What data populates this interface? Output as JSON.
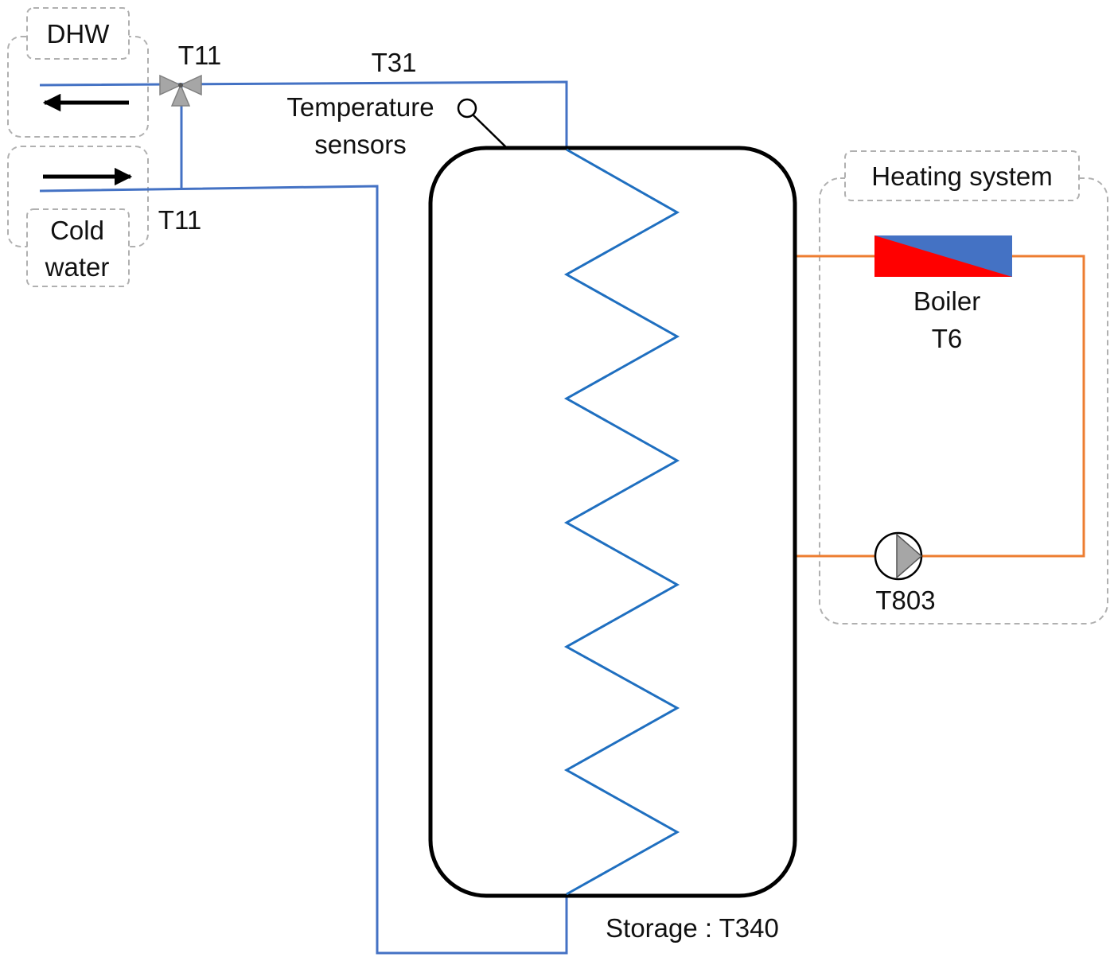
{
  "labels": {
    "dhw": "DHW",
    "cold_water_line1": "Cold",
    "cold_water_line2": "water",
    "valve_top": "T11",
    "valve_bottom": "T11",
    "pipe_label": "T31",
    "sensors_line1": "Temperature",
    "sensors_line2": "sensors",
    "heating_system": "Heating system",
    "boiler_line1": "Boiler",
    "boiler_line2": "T6",
    "pump": "T803",
    "storage": "Storage : T340"
  },
  "colors": {
    "dhw_pipe": "#4472c4",
    "coil": "#1f6fc0",
    "heating_pipe": "#ed7d31",
    "tank": "#000000",
    "boiler_hot": "#ff0000",
    "boiler_cold": "#4472c4",
    "component_gray": "#a6a6a6",
    "dashed_border": "#b0b0b0"
  },
  "icons": {
    "valve": "three-way-valve-icon",
    "pump": "pump-icon",
    "boiler": "boiler-icon",
    "sensor": "temperature-sensor-icon",
    "flow_out": "arrow-left-icon",
    "flow_in": "arrow-right-icon"
  }
}
